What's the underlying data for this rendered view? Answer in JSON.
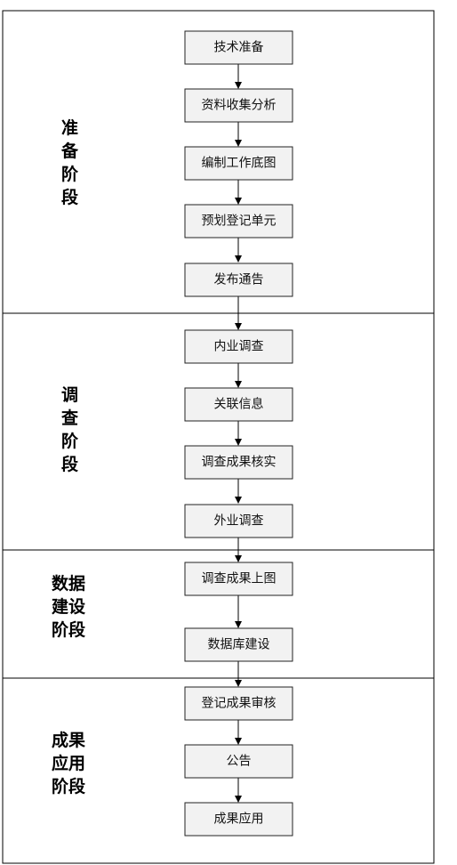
{
  "stages": [
    {
      "label_lines": [
        "准",
        "备",
        "阶",
        "段"
      ],
      "steps": [
        "技术准备",
        "资料收集分析",
        "编制工作底图",
        "预划登记单元",
        "发布通告"
      ]
    },
    {
      "label_lines": [
        "调",
        "查",
        "阶",
        "段"
      ],
      "steps": [
        "内业调查",
        "关联信息",
        "调查成果核实",
        "外业调查"
      ]
    },
    {
      "label_lines": [
        "数据",
        "建设",
        "阶段"
      ],
      "steps": [
        "调查成果上图",
        "数据库建设"
      ]
    },
    {
      "label_lines": [
        "成果",
        "应用",
        "阶段"
      ],
      "steps": [
        "登记成果审核",
        "公告",
        "成果应用"
      ]
    }
  ],
  "colors": {
    "box_fill": "#f2f2f2",
    "box_stroke": "#222222",
    "line": "#000000"
  }
}
